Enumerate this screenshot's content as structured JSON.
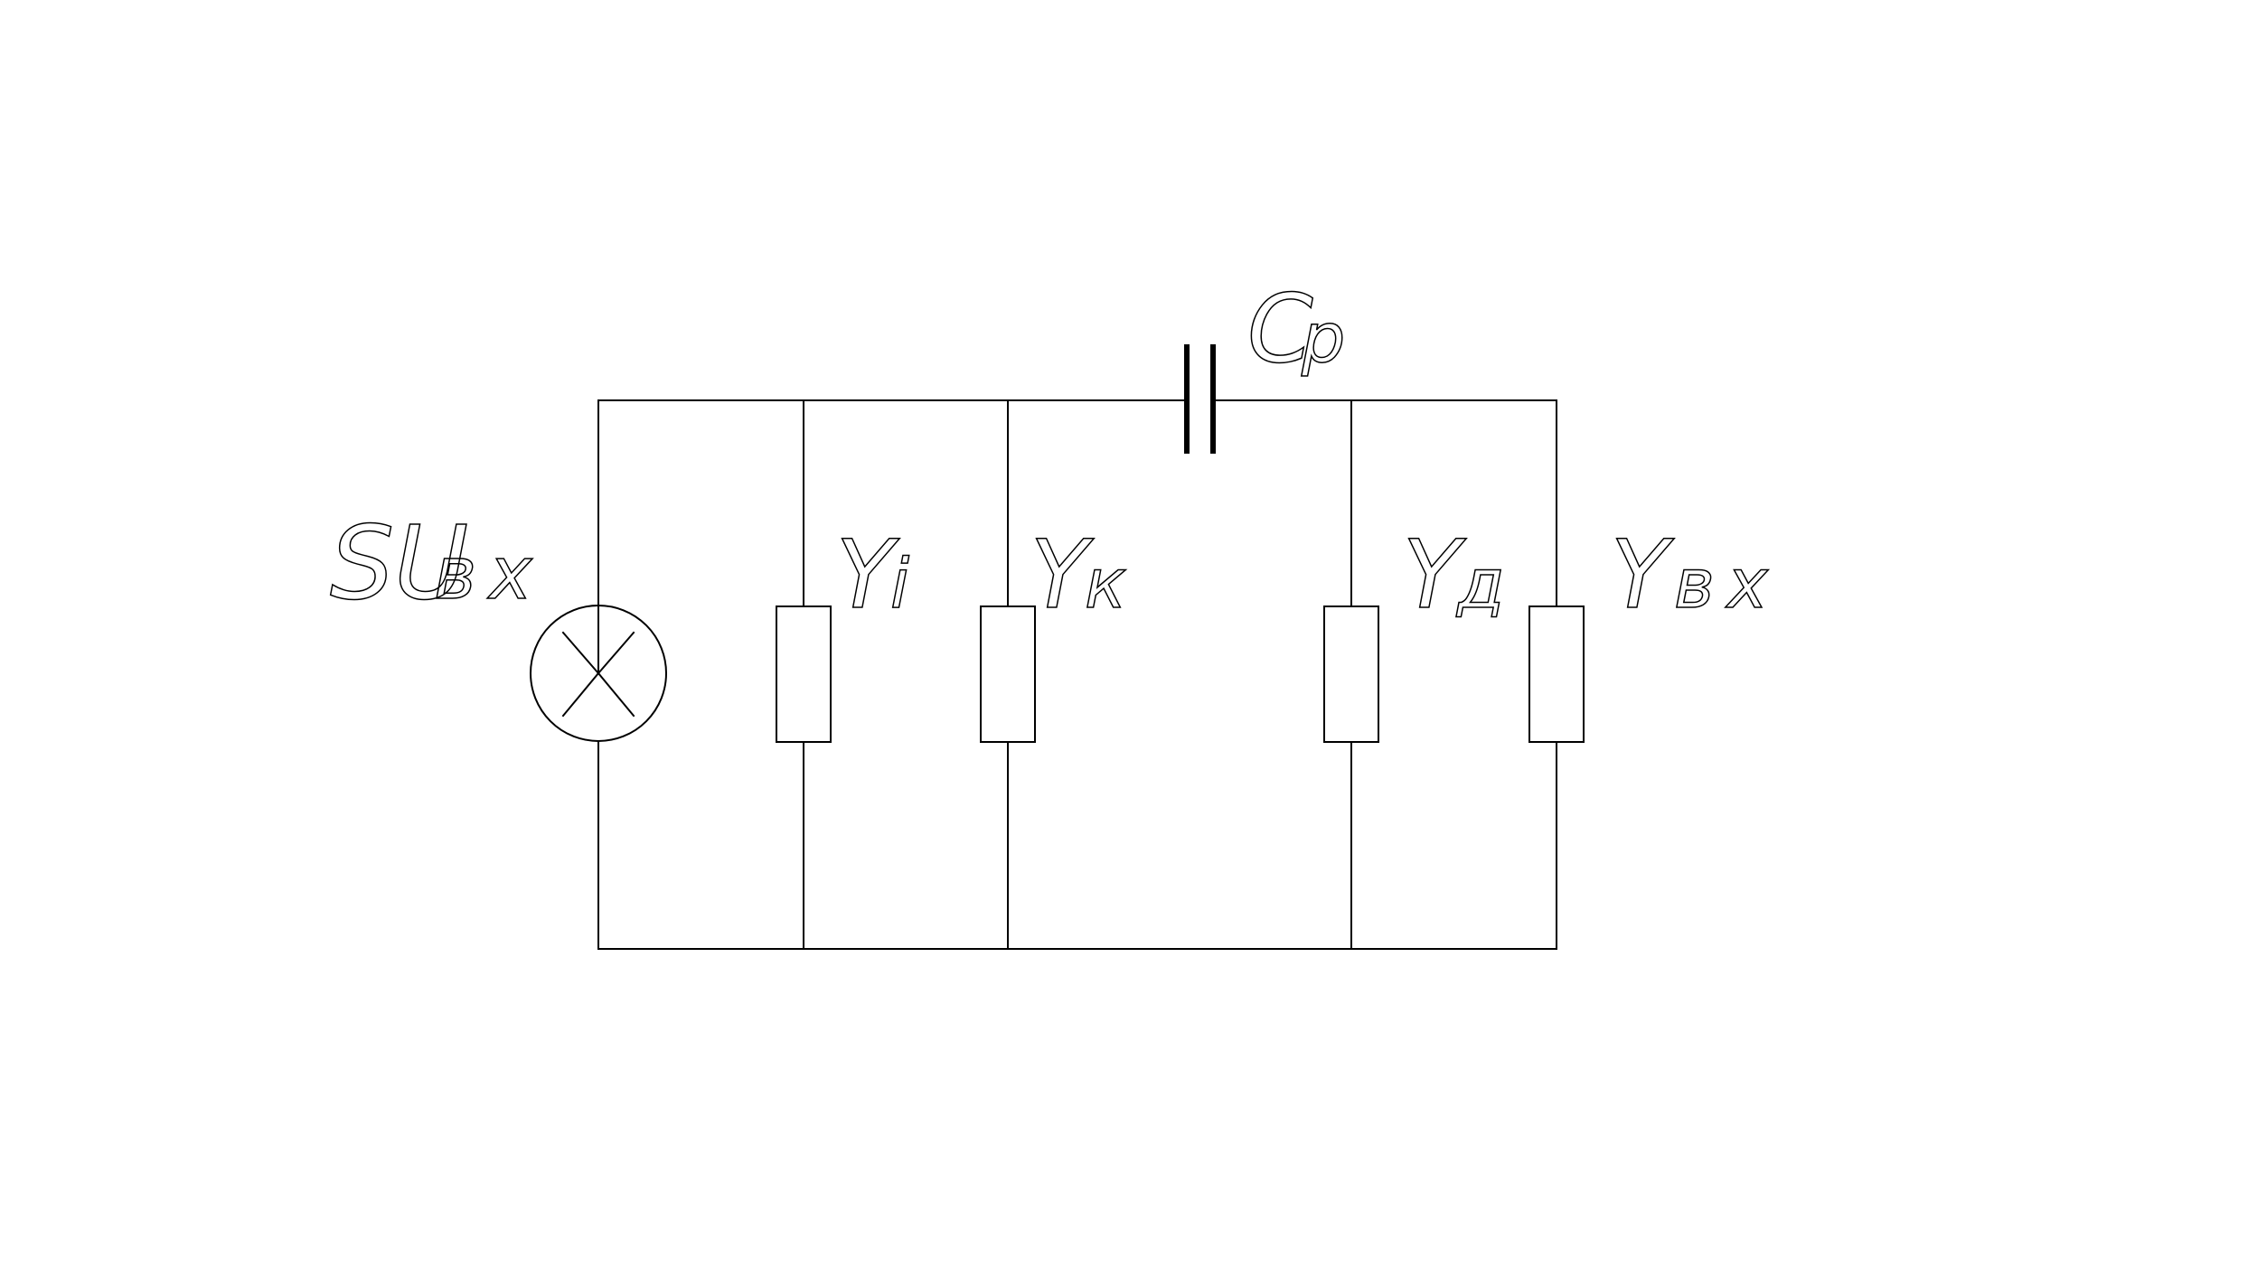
{
  "diagram": {
    "type": "equivalent-circuit",
    "labels": {
      "source_main": "SU",
      "source_sub": "вх",
      "cap_main": "C",
      "cap_sub": "р",
      "yi_main": "Y",
      "yi_sub": "i",
      "yk_main": "Y",
      "yk_sub": "к",
      "yd_main": "Y",
      "yd_sub": "д",
      "yvx_main": "Y",
      "yvx_sub": "вх"
    }
  }
}
